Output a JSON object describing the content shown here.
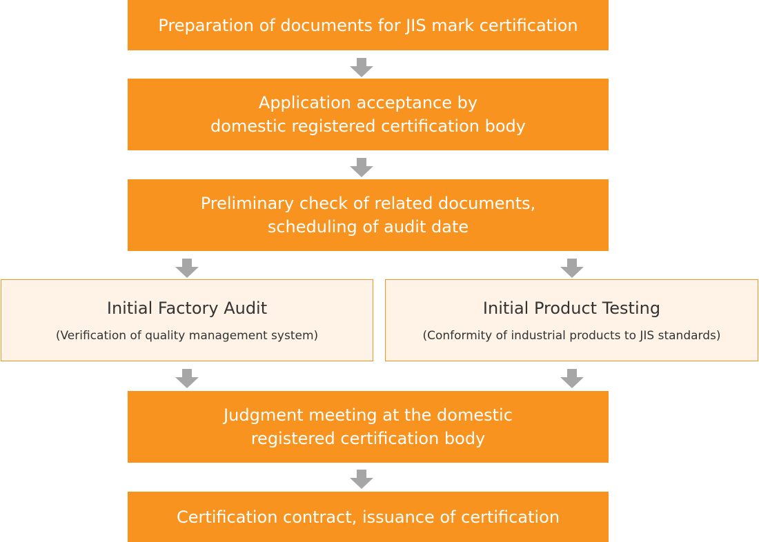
{
  "steps": {
    "preparation": [
      "Preparation of documents for JIS mark certification"
    ],
    "application": [
      "Application acceptance by",
      "domestic registered certification body"
    ],
    "preliminary": [
      "Preliminary check of related documents,",
      "scheduling of audit date"
    ],
    "factory_audit": {
      "title": "Initial Factory Audit",
      "subtitle": "(Verification of quality management system)"
    },
    "product_testing": {
      "title": "Initial Product Testing",
      "subtitle": "(Conformity of industrial products to JIS standards)"
    },
    "judgment": [
      "Judgment meeting at the domestic",
      "registered certification body"
    ],
    "contract": [
      "Certification contract, issuance of certification"
    ]
  },
  "colors": {
    "primary_box": "#f7931e",
    "secondary_box_fill": "#fef3e6",
    "arrow": "#a6a6a6",
    "primary_text": "#ffffff",
    "secondary_text": "#333333"
  }
}
